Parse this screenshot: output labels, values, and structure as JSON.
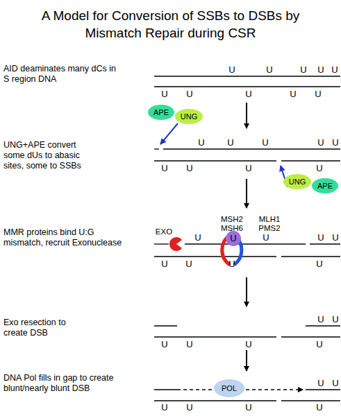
{
  "diagram": {
    "title": "A Model for Conversion of SSBs to DSBs by Mismatch Repair during CSR",
    "nodes": [
      {
        "text": [
          "APE"
        ]
      },
      {
        "text": [
          "UNG"
        ]
      },
      {
        "text": [
          "UNG"
        ]
      },
      {
        "text": [
          "APE"
        ]
      },
      {
        "text": [
          "POL"
        ]
      }
    ],
    "labels": [
      "AID deaminates many dCs in S region DNA",
      "U",
      "U",
      "U",
      "U",
      "U",
      "U",
      "U",
      "U",
      "U",
      "U",
      "UNG+APE convert some dUs to abasic sites, some to SSBs",
      "U",
      "U",
      "U",
      "U",
      "U",
      "U",
      "U",
      "U",
      "U",
      "MMR proteins bind U:G mismatch, recruit Exonuclease",
      "EXO",
      "MSH2",
      "MSH6",
      "MLH1",
      "PMS2",
      "U",
      "U",
      "U",
      "U",
      "U",
      "U",
      "U",
      "U",
      "U",
      "Exo resection to create DSB",
      "U",
      "U",
      "U",
      "U",
      "U",
      "U",
      "DNA Pol fills in gap to create blunt/nearly blunt DSB",
      "U",
      "U",
      "U",
      "U",
      "U",
      "U"
    ]
  }
}
